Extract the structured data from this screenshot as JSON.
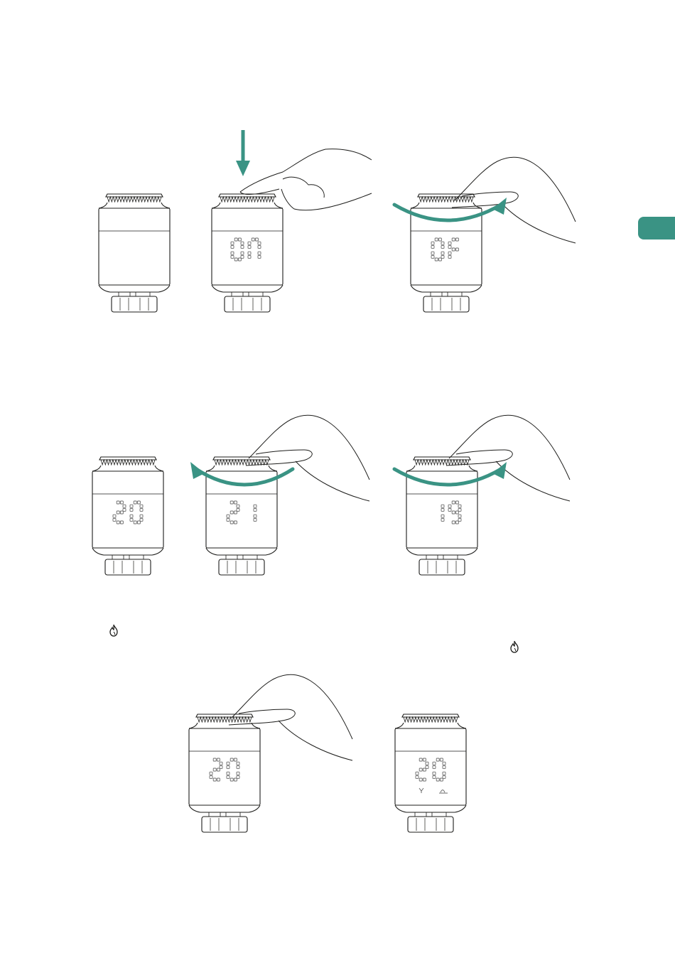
{
  "colors": {
    "accent": "#3a9384",
    "line": "#1d1d1b",
    "dots": "#6a6a6a"
  },
  "side_tab": {
    "icon": "chapter-tab",
    "color": "#3a9384"
  },
  "rows": [
    {
      "panels": [
        {
          "display": "",
          "gesture": "none",
          "hand": "none"
        },
        {
          "display": "ON",
          "gesture": "press-down-arrow",
          "hand": "press"
        },
        {
          "display": "OF",
          "gesture": "rotate-right-arrow",
          "hand": "turn"
        }
      ]
    },
    {
      "panels": [
        {
          "display": "20",
          "gesture": "none",
          "hand": "none"
        },
        {
          "display": "21",
          "gesture": "rotate-left-arrow",
          "hand": "turn"
        },
        {
          "display": "19",
          "gesture": "rotate-right-arrow",
          "hand": "turn"
        }
      ]
    },
    {
      "panels": [
        {
          "display": "20",
          "gesture": "none",
          "hand": "turn"
        },
        {
          "display": "20",
          "gesture": "none",
          "hand": "none",
          "indicators": [
            "eco-icon",
            "comfort-icon"
          ]
        }
      ]
    }
  ],
  "inline_icons": [
    "flame-icon",
    "flame-icon"
  ]
}
